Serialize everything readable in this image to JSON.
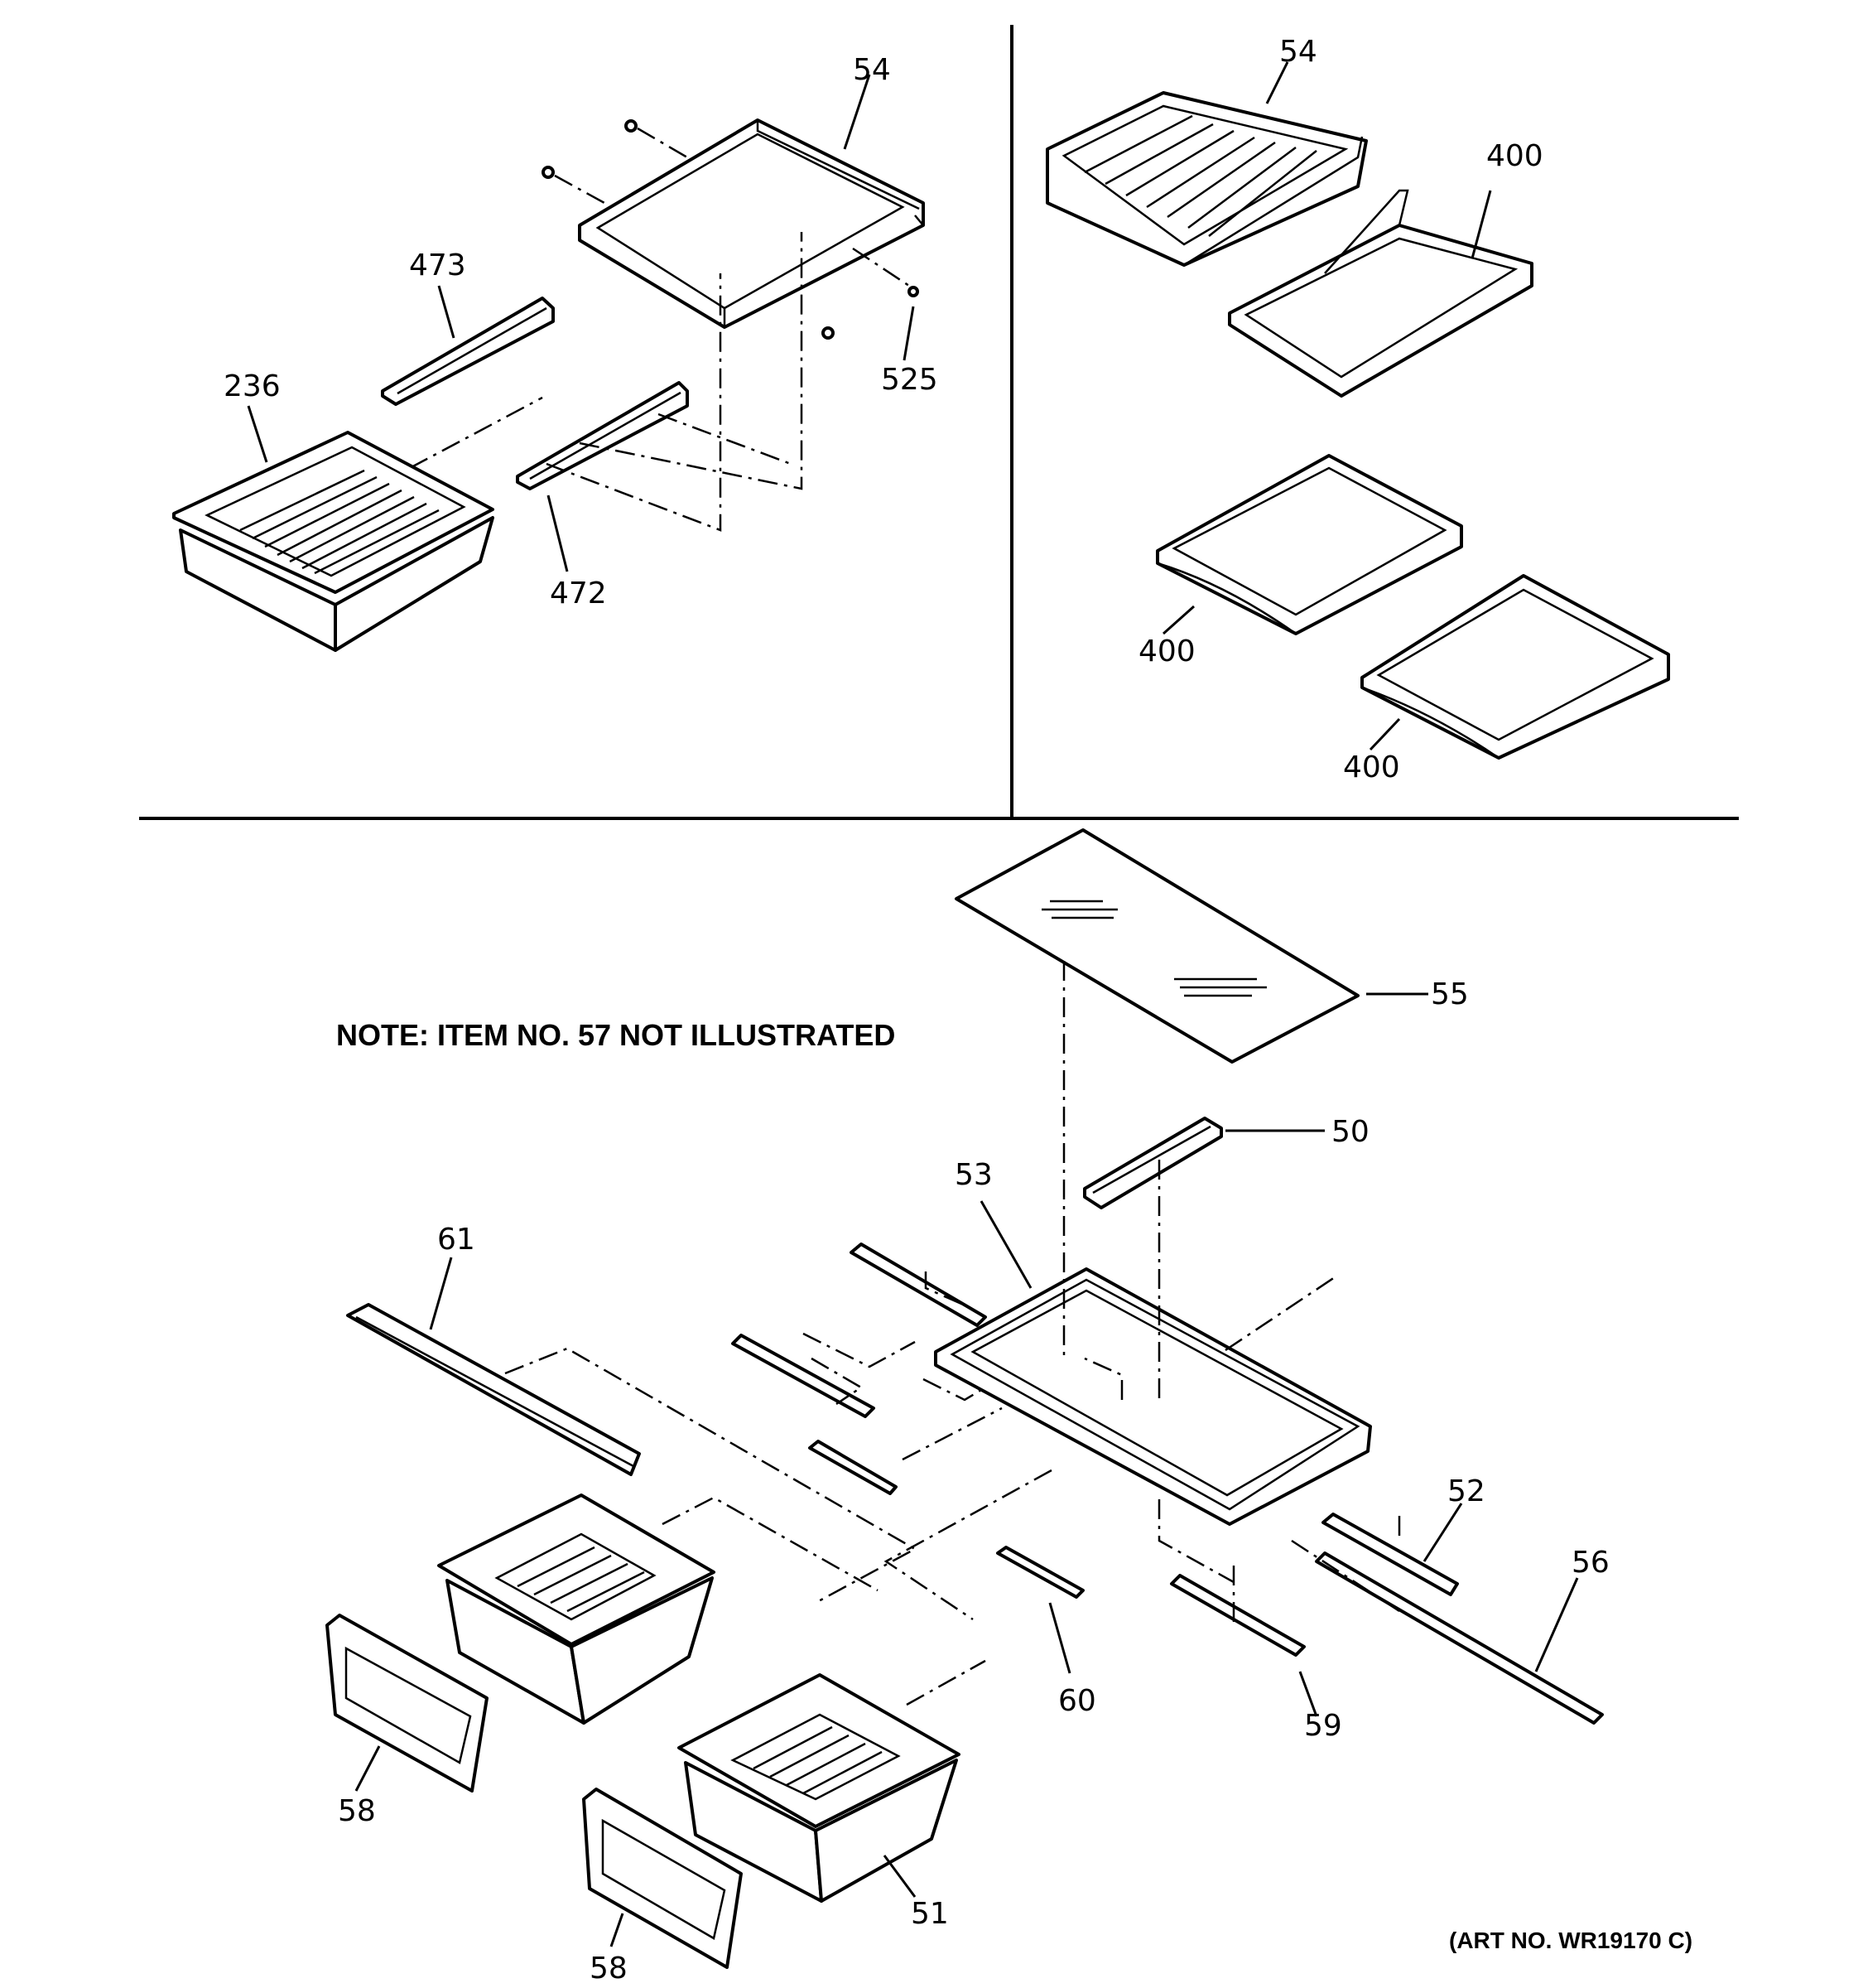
{
  "diagram": {
    "note": "NOTE: ITEM NO. 57 NOT ILLUSTRATED",
    "art_number": "(ART NO. WR19170 C)",
    "callouts": {
      "tl_54": "54",
      "tl_473": "473",
      "tl_236": "236",
      "tl_525": "525",
      "tl_472": "472",
      "tr_54": "54",
      "tr_400_a": "400",
      "tr_400_b": "400",
      "tr_400_c": "400",
      "b_55": "55",
      "b_50": "50",
      "b_53": "53",
      "b_61": "61",
      "b_52": "52",
      "b_56": "56",
      "b_60": "60",
      "b_59": "59",
      "b_58_a": "58",
      "b_58_b": "58",
      "b_51": "51"
    }
  }
}
